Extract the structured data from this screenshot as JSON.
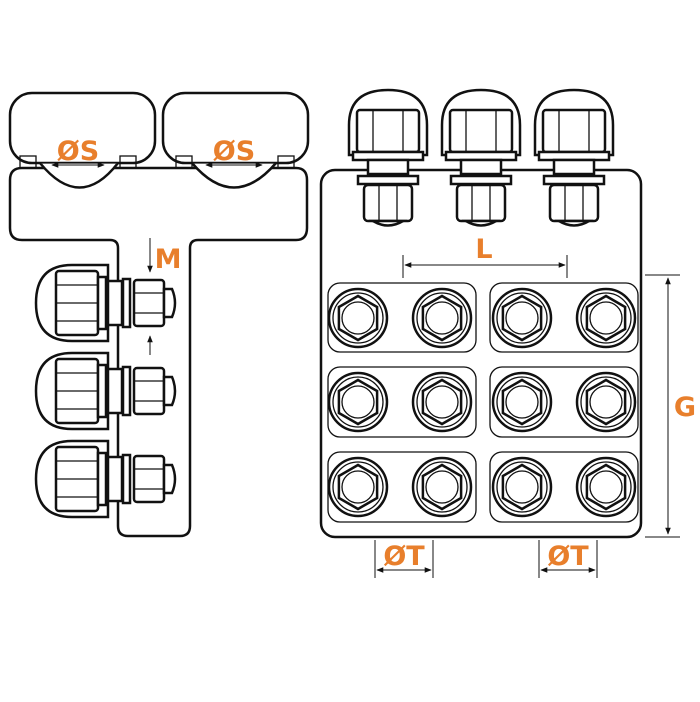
{
  "labels": {
    "clamp_diameter_left": "ØS",
    "clamp_diameter_right": "ØS",
    "bolt_size": "M",
    "bolt_spacing": "L",
    "height": "G",
    "terminal_diameter_left": "ØT",
    "terminal_diameter_right": "ØT"
  },
  "colors": {
    "label": "#e87f2c",
    "line": "#111111",
    "background": "#ffffff"
  }
}
